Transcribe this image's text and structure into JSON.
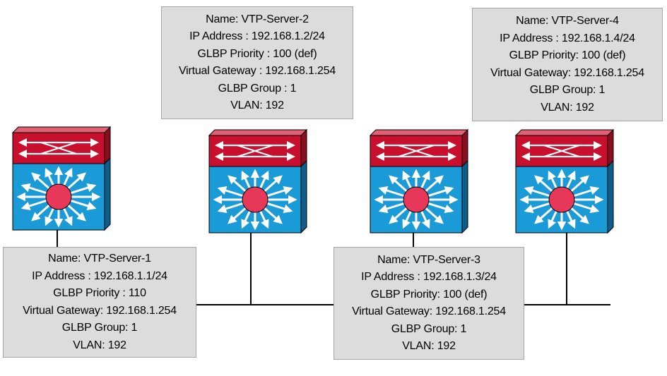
{
  "servers": [
    {
      "name_label": "Name: VTP-Server-1",
      "ip_label": "IP Address : 192.168.1.1/24",
      "priority_label": "GLBP Priority : 110",
      "gateway_label": "Virtual Gateway: 192.168.1.254",
      "group_label": "GLBP Group: 1",
      "vlan_label": "VLAN: 192"
    },
    {
      "name_label": "Name: VTP-Server-2",
      "ip_label": "IP Address : 192.168.1.2/24",
      "priority_label": "GLBP Priority : 100 (def)",
      "gateway_label": "Virtual Gateway : 192.168.1.254",
      "group_label": "GLBP Group : 1",
      "vlan_label": "VLAN: 192"
    },
    {
      "name_label": "Name: VTP-Server-3",
      "ip_label": "IP Address : 192.168.1.3/24",
      "priority_label": "GLBP Priority: 100 (def)",
      "gateway_label": "Virtual Gateway: 192.168.1.254",
      "group_label": "GLBP Group: 1",
      "vlan_label": "VLAN: 192"
    },
    {
      "name_label": "Name: VTP-Server-4",
      "ip_label": "IP Address : 192.168.1.4/24",
      "priority_label": "GLBP Priority: 100 (def)",
      "gateway_label": "Virtual Gateway: 192.168.1.254",
      "group_label": "GLBP Group: 1",
      "vlan_label": "VLAN: 192"
    }
  ],
  "device_icon": "layer3-switch-icon",
  "colors": {
    "router_red": "#c8102e",
    "switch_blue": "#1a9ad6",
    "hub_pink": "#e8385a",
    "label_bg": "#dcdcdc",
    "link": "#000000"
  }
}
